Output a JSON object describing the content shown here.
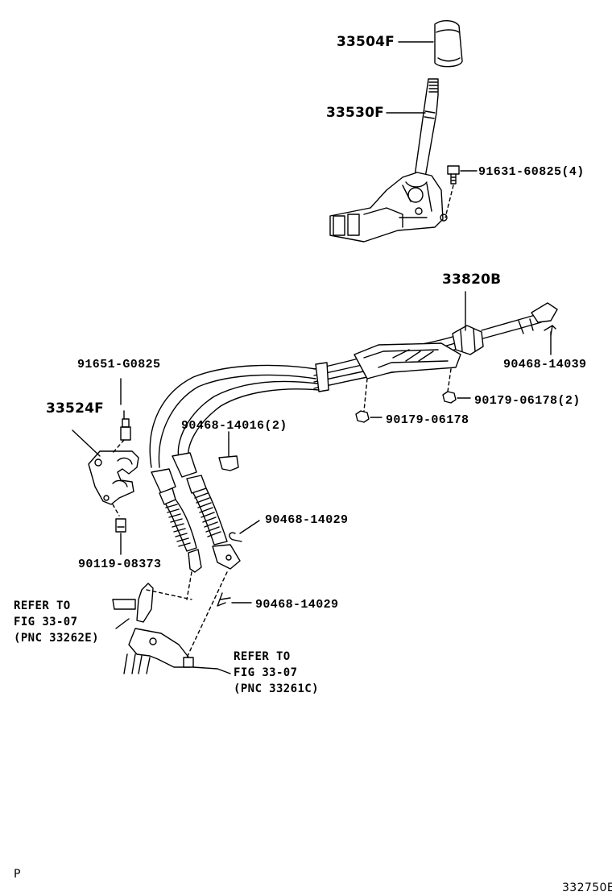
{
  "callouts": {
    "knob": "33504F",
    "lever": "33530F",
    "lever_bolt": "91631-60825(4)",
    "cable_assy": "33820B",
    "clip_right": "90468-14039",
    "bracket_bolt": "91651-G0825",
    "bracket": "33524F",
    "clip_center": "90468-14016(2)",
    "nut_upper": "90179-06178(2)",
    "nut_lower": "90179-06178",
    "clip_mid": "90468-14029",
    "bracket_bolt_lower": "90119-08373",
    "clip_lower": "90468-14029"
  },
  "refer_left": [
    "REFER TO",
    "FIG 33-07",
    "(PNC 33262E)"
  ],
  "refer_right": [
    "REFER TO",
    "FIG 33-07",
    "(PNC 33261C)"
  ],
  "corner_mark": "P",
  "figure_code": "332750E"
}
